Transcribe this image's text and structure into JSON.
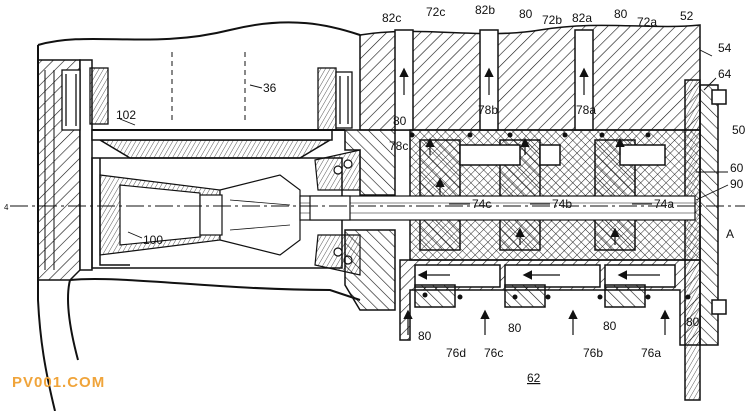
{
  "labels": {
    "l82c": "82c",
    "l72c": "72c",
    "l82b": "82b",
    "l80a": "80",
    "l72b": "72b",
    "l82a": "82a",
    "l80b": "80",
    "l72a": "72a",
    "l52": "52",
    "l54": "54",
    "l64": "64",
    "l36": "36",
    "l102": "102",
    "l50": "50",
    "l78b": "78b",
    "l78a": "78a",
    "l80c": "80",
    "l78c": "78c",
    "l60": "60",
    "l90": "90",
    "l74c": "74c",
    "l74b": "74b",
    "l74a": "74a",
    "l4": "4",
    "lA": "A",
    "l100": "100",
    "l80d": "80",
    "l80e": "80",
    "l80f": "80",
    "l80g": "80",
    "l76d": "76d",
    "l76c": "76c",
    "l76b": "76b",
    "l76a": "76a",
    "l62": "62"
  },
  "watermark": "PV001.COM"
}
